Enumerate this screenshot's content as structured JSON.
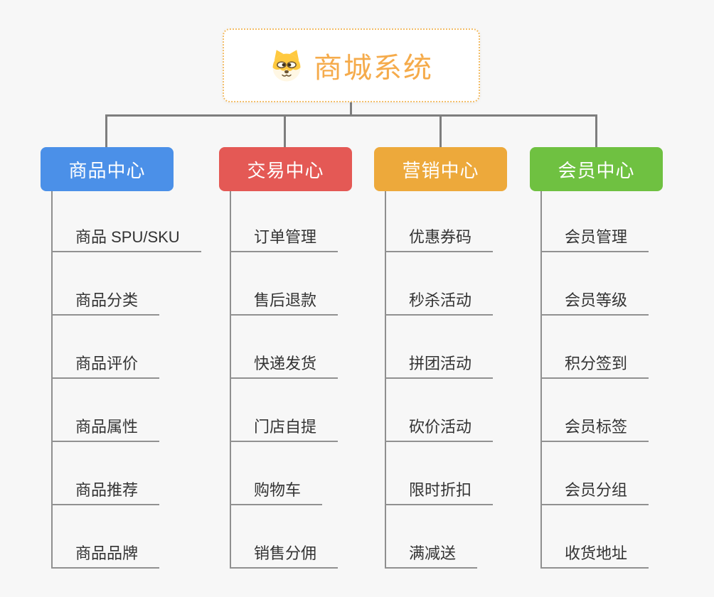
{
  "canvas": {
    "background": "#f7f7f7"
  },
  "root": {
    "label": "商城系统",
    "icon": "dog-face-icon",
    "text_color": "#f5ab4b",
    "border_color": "#f2bd68",
    "background": "#ffffff"
  },
  "connector_color": "#7e7e7e",
  "branches": [
    {
      "label": "商品中心",
      "color": "#4b90e8",
      "items": [
        "商品 SPU/SKU",
        "商品分类",
        "商品评价",
        "商品属性",
        "商品推荐",
        "商品品牌"
      ]
    },
    {
      "label": "交易中心",
      "color": "#e45955",
      "items": [
        "订单管理",
        "售后退款",
        "快递发货",
        "门店自提",
        "购物车",
        "销售分佣"
      ]
    },
    {
      "label": "营销中心",
      "color": "#eda93b",
      "items": [
        "优惠券码",
        "秒杀活动",
        "拼团活动",
        "砍价活动",
        "限时折扣",
        "满减送"
      ]
    },
    {
      "label": "会员中心",
      "color": "#6fc141",
      "items": [
        "会员管理",
        "会员等级",
        "积分签到",
        "会员标签",
        "会员分组",
        "收货地址"
      ]
    }
  ]
}
